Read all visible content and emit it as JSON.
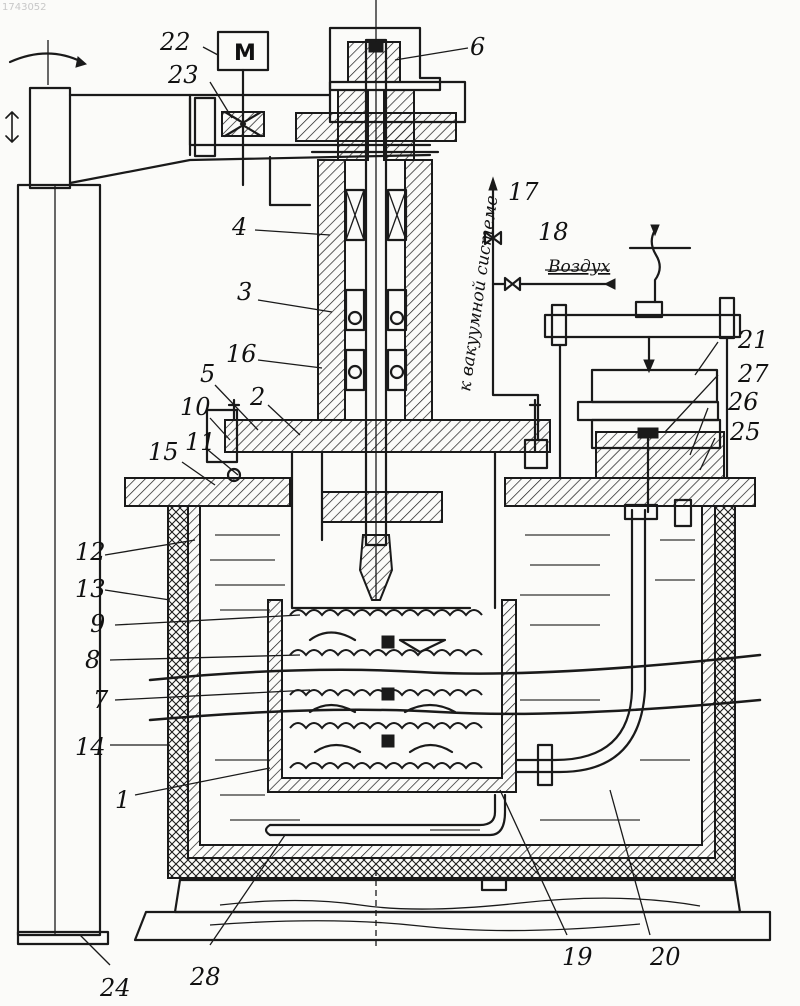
{
  "figure": {
    "watermark": "1743052",
    "motor_symbol": "M",
    "annotations": {
      "vacuum": "к вакуумной системе",
      "air": "Воздух"
    },
    "labels": {
      "l1": "1",
      "l2": "2",
      "l3": "3",
      "l4": "4",
      "l5": "5",
      "l6": "6",
      "l7": "7",
      "l8": "8",
      "l9": "9",
      "l10": "10",
      "l11": "11",
      "l12": "12",
      "l13": "13",
      "l14": "14",
      "l15": "15",
      "l16": "16",
      "l17": "17",
      "l18": "18",
      "l19": "19",
      "l20": "20",
      "l21": "21",
      "l22": "22",
      "l23": "23",
      "l24": "24",
      "l25": "25",
      "l26": "26",
      "l27": "27",
      "l28": "28"
    }
  }
}
